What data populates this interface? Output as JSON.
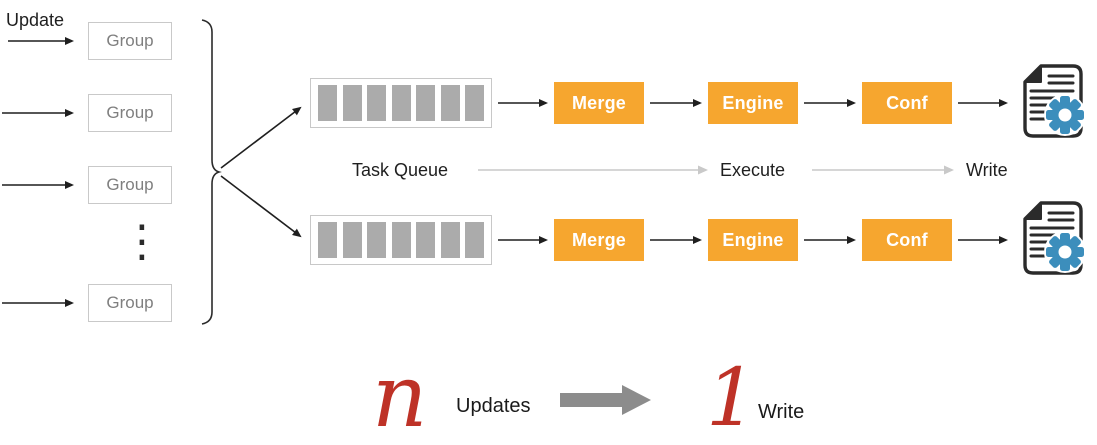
{
  "left": {
    "update_label": "Update",
    "groups": [
      {
        "label": "Group"
      },
      {
        "label": "Group"
      },
      {
        "label": "Group"
      },
      {
        "label": "Group"
      }
    ],
    "ellipsis": "⋮"
  },
  "queue": {
    "slot_count": 7
  },
  "flow_labels": {
    "task_queue": "Task Queue",
    "execute": "Execute",
    "write": "Write"
  },
  "pipelines": [
    {
      "stages": [
        {
          "label": "Merge"
        },
        {
          "label": "Engine"
        },
        {
          "label": "Conf"
        }
      ]
    },
    {
      "stages": [
        {
          "label": "Merge"
        },
        {
          "label": "Engine"
        },
        {
          "label": "Conf"
        }
      ]
    }
  ],
  "summary": {
    "count_in": "n",
    "in_label": "Updates",
    "count_out": "1",
    "out_label": "Write"
  },
  "icons": {
    "output": "document-gear-icon"
  },
  "colors": {
    "accent-orange": "#F6A62F",
    "bar-gray": "#ABABAB",
    "box-border": "#C9C9C9",
    "label-gray": "#7F7F7F",
    "ink": "#1F1F1F",
    "light-arrow": "#C9C9C9",
    "block-gray": "#8C8C8C",
    "brand-red": "#BE3227",
    "gear-blue": "#3C8EBC",
    "doc-ink": "#2B2B2B"
  }
}
